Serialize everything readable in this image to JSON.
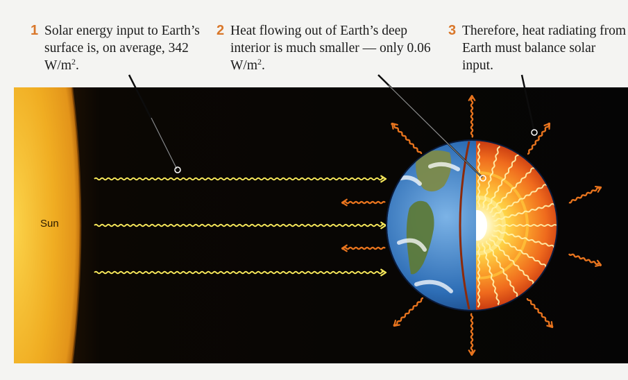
{
  "captions": [
    {
      "number": "1",
      "text_before": "Solar energy input to Earth’s surface is, on average, 342 W/m",
      "sup": "2",
      "text_after": "."
    },
    {
      "number": "2",
      "text_before": "Heat flowing out of Earth’s deep interior is much smaller — only 0.06 W/m",
      "sup": "2",
      "text_after": "."
    },
    {
      "number": "3",
      "text_before": "Therefore, heat radiating from Earth must balance solar input.",
      "sup": "",
      "text_after": ""
    }
  ],
  "sun_label": "Sun",
  "colors": {
    "number_accent": "#d9772a",
    "space": "#060606",
    "sun": "#f2b728",
    "solar_ray": "#f6e75a",
    "heat_arrow": "#e8741e",
    "interior_ray": "#fff4b0"
  }
}
